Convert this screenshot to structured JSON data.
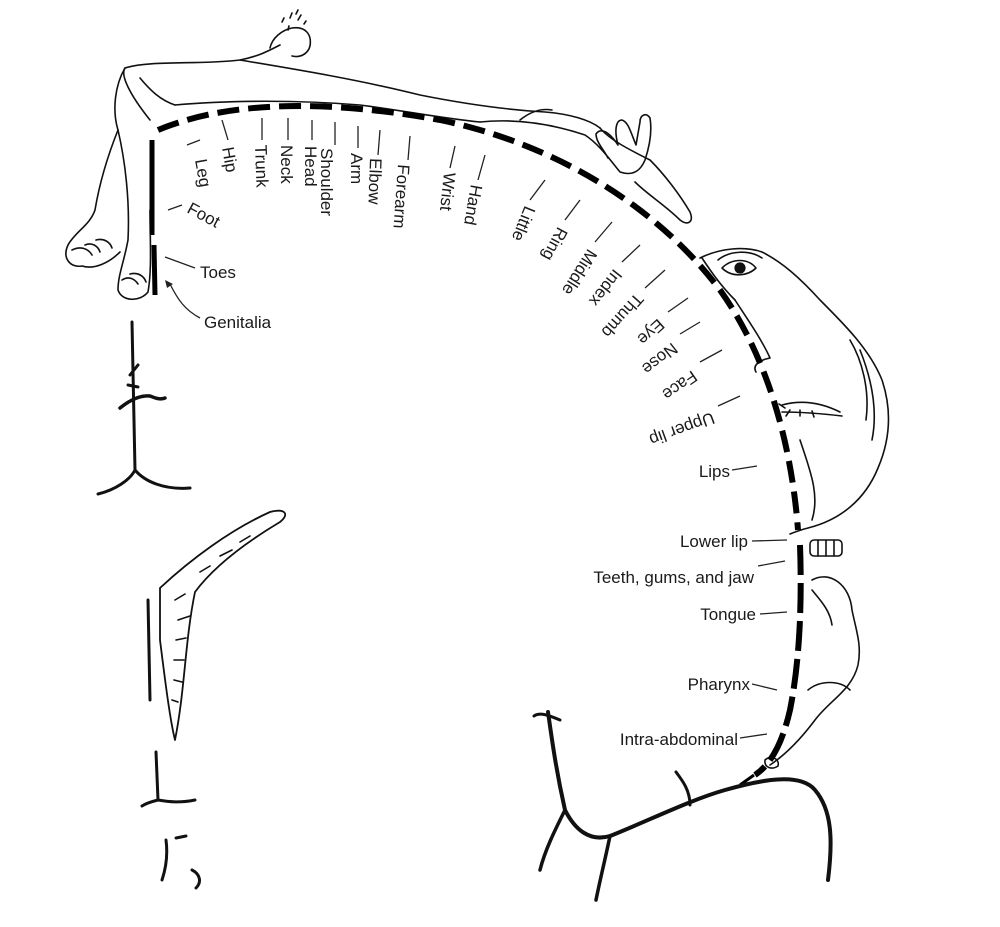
{
  "labels": {
    "leg": "Leg",
    "hip": "Hip",
    "trunk": "Trunk",
    "neck": "Neck",
    "head": "Head",
    "shoulder": "Shoulder",
    "arm": "Arm",
    "elbow": "Elbow",
    "forearm": "Forearm",
    "wrist": "Wrist",
    "hand": "Hand",
    "little": "Little",
    "ring": "Ring",
    "middle": "Middle",
    "index": "Index",
    "thumb": "Thumb",
    "eye": "Eye",
    "nose": "Nose",
    "face": "Face",
    "upper_lip": "Upper lip",
    "lips": "Lips",
    "lower_lip": "Lower lip",
    "teeth": "Teeth, gums, and jaw",
    "tongue": "Tongue",
    "pharynx": "Pharynx",
    "intra_abdominal": "Intra-abdominal",
    "foot": "Foot",
    "toes": "Toes",
    "genitalia": "Genitalia"
  }
}
